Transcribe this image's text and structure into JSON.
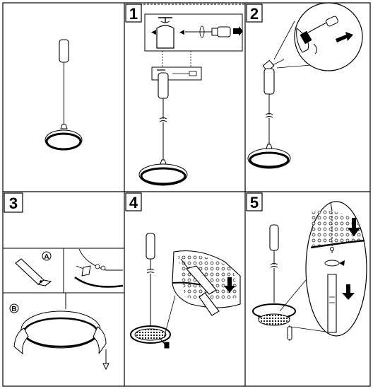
{
  "steps": [
    {
      "number": "1"
    },
    {
      "number": "2"
    },
    {
      "number": "3",
      "substeps": [
        "A",
        "B"
      ]
    },
    {
      "number": "4"
    },
    {
      "number": "5"
    }
  ]
}
